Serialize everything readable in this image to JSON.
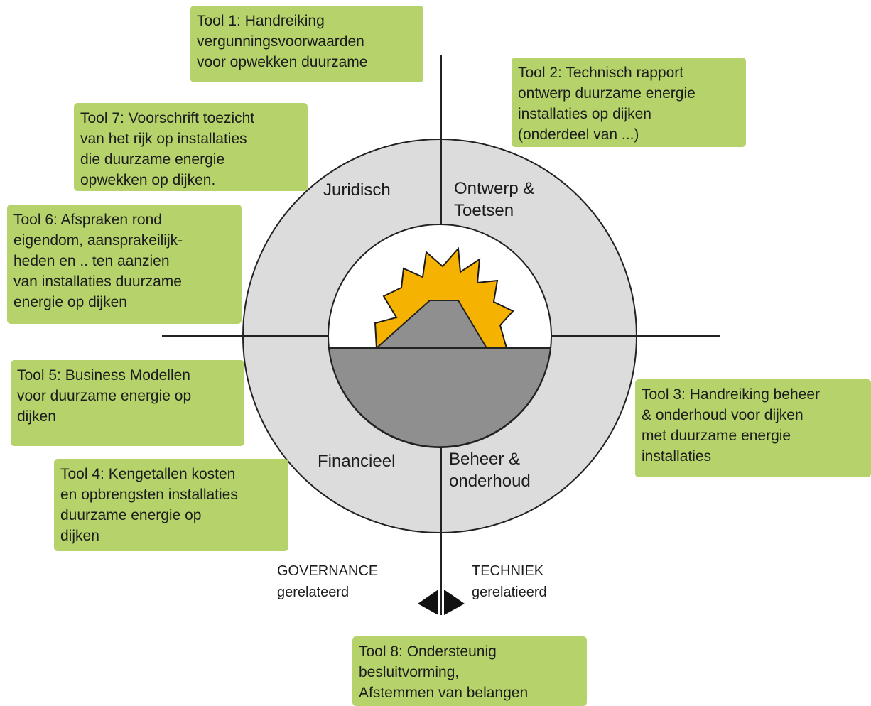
{
  "tools": [
    {
      "id": "tool1",
      "text": "Tool 1: Handreiking\nvergunningsvoorwaarden\nvoor opwekken duurzame"
    },
    {
      "id": "tool2",
      "text": "Tool 2: Technisch rapport\nontwerp duurzame energie\ninstallaties op dijken\n(onderdeel van ...)"
    },
    {
      "id": "tool3",
      "text": "Tool 3: Handreiking beheer\n& onderhoud voor dijken\nmet duurzame energie\ninstallaties"
    },
    {
      "id": "tool4",
      "text": "Tool 4: Kengetallen kosten\nen opbrengsten installaties\nduurzame energie op\ndijken"
    },
    {
      "id": "tool5",
      "text": "Tool 5: Business Modellen\nvoor duurzame energie op\ndijken"
    },
    {
      "id": "tool6",
      "text": "Tool 6: Afspraken rond\neigendom, aansprakeilijk-\nheden en .. ten aanzien\nvan installaties duurzame\nenergie op dijken"
    },
    {
      "id": "tool7",
      "text": "Tool 7: Voorschrift toezicht\nvan het rijk op installaties\ndie duurzame energie\nopwekken op dijken."
    },
    {
      "id": "tool8",
      "text": "Tool 8: Ondersteunig\nbesluitvorming,\nAfstemmen van belangen"
    }
  ],
  "quadrants": {
    "top_left": "Juridisch",
    "top_right": "Ontwerp &\nToetsen",
    "bottom_left": "Financieel",
    "bottom_right": "Beheer &\nonderhoud"
  },
  "axis_labels": {
    "left_title": "GOVERNANCE",
    "left_sub": "gerelateerd",
    "right_title": "TECHNIEK",
    "right_sub": "gerelatieerd"
  },
  "colors": {
    "tool_box": "#b5d36a",
    "outer_ring": "#dcdcdc",
    "dike": "#8f8f8f",
    "sun": "#f5b200"
  }
}
